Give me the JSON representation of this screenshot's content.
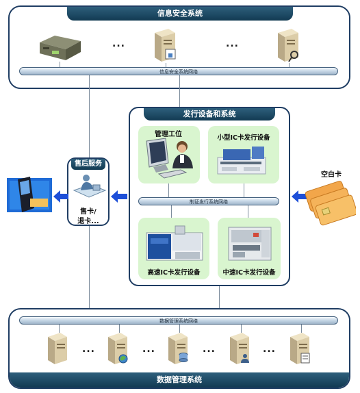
{
  "top_section": {
    "title": "信息安全系统",
    "network_label": "信息安全系统网络",
    "ellipsis_1": "...",
    "ellipsis_2": "..."
  },
  "issuance_section": {
    "title": "发行设备和系统",
    "workstation_label": "管理工位",
    "small_device_label": "小型IC卡发行设备",
    "network_label": "制证发行系统网络",
    "high_speed_label": "高速IC卡发行设备",
    "mid_speed_label": "中速IC卡发行设备"
  },
  "after_sales": {
    "title": "售后服务",
    "line1": "售卡/",
    "line2": "退卡..."
  },
  "blank_card": {
    "label": "空白卡"
  },
  "bottom_section": {
    "title": "数据管理系统",
    "network_label": "数据管理系统网络",
    "ellipsis_1": "...",
    "ellipsis_2": "...",
    "ellipsis_3": "...",
    "ellipsis_4": "..."
  },
  "colors": {
    "frame_border": "#1f3d63",
    "header_fill": "#1f4e6a",
    "green_box": "#d9f5cf",
    "arrow_blue": "#1d4fd8"
  }
}
